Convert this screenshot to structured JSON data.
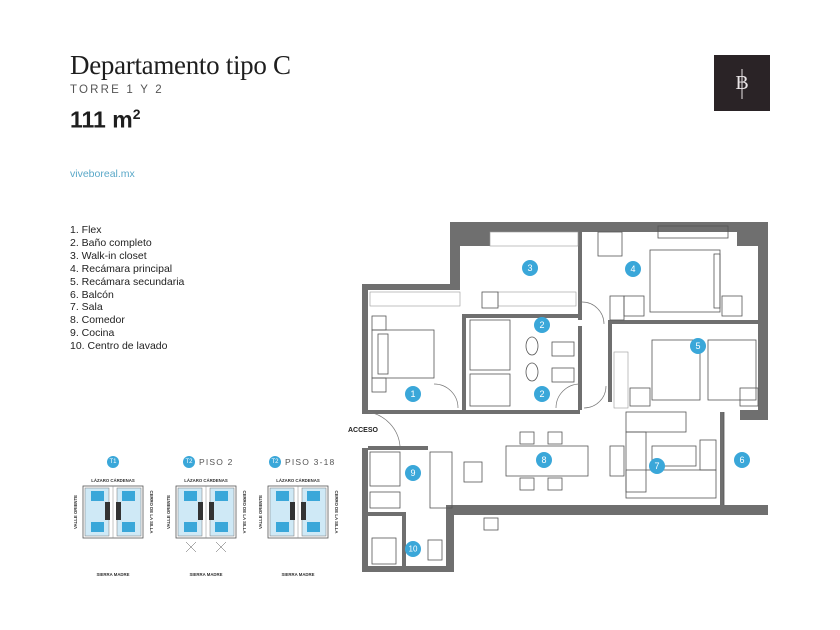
{
  "header": {
    "title": "Departamento tipo C",
    "subtitle": "TORRE 1 Y 2",
    "area_value": "111 m",
    "area_unit_sup": "2",
    "website": "viveboreal.mx"
  },
  "logo": {
    "letter": "B",
    "bg_color": "#2a2326"
  },
  "legend": [
    "1. Flex",
    "2. Baño completo",
    "3. Walk-in closet",
    "4. Recámara principal",
    "5. Recámara secundaria",
    "6. Balcón",
    "7. Sala",
    "8. Comedor",
    "9. Cocina",
    "10. Centro de lavado"
  ],
  "plan": {
    "entrance_label": "ACCESO",
    "room_markers": [
      "1",
      "2",
      "2",
      "3",
      "4",
      "5",
      "6",
      "7",
      "8",
      "9",
      "10"
    ],
    "marker_color": "#3aa7d9",
    "wall_color": "#6f6f6f"
  },
  "key_plans": [
    {
      "badge": "T1",
      "piso": "",
      "street_top": "LÁZARO CÁRDENAS",
      "street_left": "VALLE ORIENTE",
      "street_right": "CERRO DE LA SILLA",
      "street_bottom": "SIERRA MADRE"
    },
    {
      "badge": "T2",
      "piso": "PISO 2",
      "street_top": "LÁZARO CÁRDENAS",
      "street_left": "VALLE ORIENTE",
      "street_right": "CERRO DE LA SILLA",
      "street_bottom": "SIERRA MADRE"
    },
    {
      "badge": "T2",
      "piso": "PISO 3-18",
      "street_top": "LÁZARO CÁRDENAS",
      "street_left": "VALLE ORIENTE",
      "street_right": "CERRO DE LA SILLA",
      "street_bottom": "SIERRA MADRE"
    }
  ],
  "colors": {
    "accent": "#3aa7d9",
    "text_dark": "#1e1e1e",
    "link": "#5aa8c8"
  }
}
